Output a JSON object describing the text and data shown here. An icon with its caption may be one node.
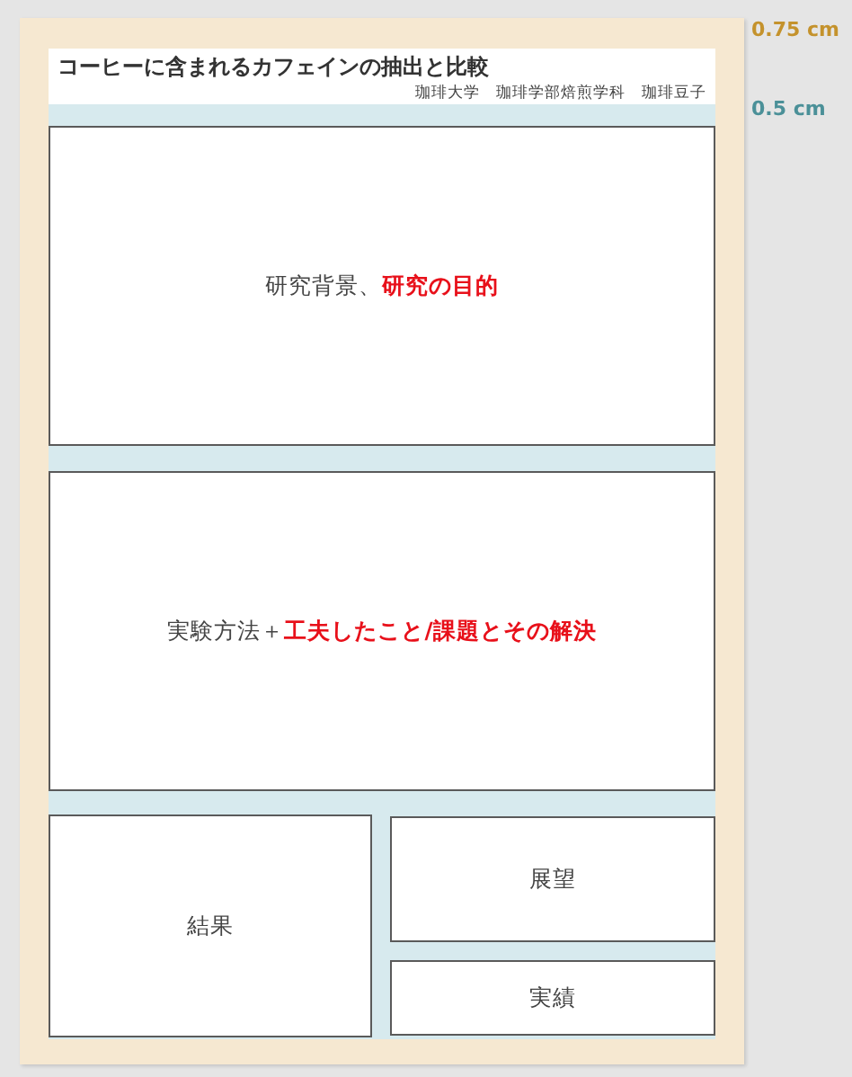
{
  "diagram": {
    "nodes": [
      {
        "text": [
          "コーヒーに含まれるカフェインの抽出と比較",
          "珈琲大学　珈琲学部焙煎学科　珈琲豆子"
        ]
      },
      {
        "text": [
          "研究背景、**研究の目的**"
        ]
      },
      {
        "text": [
          "実験方法＋**工夫したこと/課題とその解決**"
        ]
      },
      {
        "text": [
          "結果"
        ]
      },
      {
        "text": [
          "展望"
        ]
      },
      {
        "text": [
          "実績"
        ]
      }
    ],
    "labels": [
      "0.75 cm",
      "0.5 cm"
    ]
  }
}
